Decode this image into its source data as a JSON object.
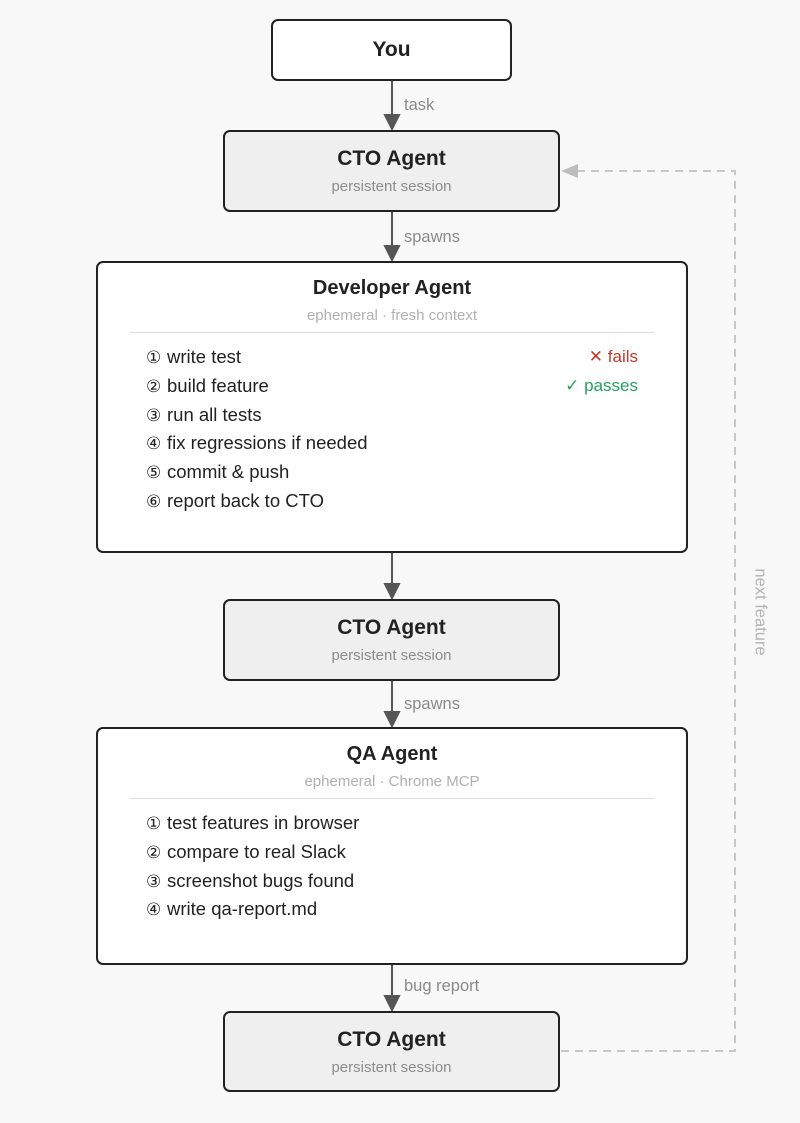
{
  "you": {
    "title": "You"
  },
  "cto_nodes": [
    {
      "title": "CTO Agent",
      "subtitle": "persistent session"
    },
    {
      "title": "CTO Agent",
      "subtitle": "persistent session"
    },
    {
      "title": "CTO Agent",
      "subtitle": "persistent session"
    }
  ],
  "developer": {
    "title": "Developer Agent",
    "subtitle": "ephemeral · fresh context",
    "steps": [
      {
        "num": "①",
        "text": "write test",
        "status": "✕ fails"
      },
      {
        "num": "②",
        "text": "build feature",
        "status": "✓ passes"
      },
      {
        "num": "③",
        "text": "run all tests"
      },
      {
        "num": "④",
        "text": "fix regressions if needed"
      },
      {
        "num": "⑤",
        "text": "commit & push"
      },
      {
        "num": "⑥",
        "text": "report back to CTO"
      }
    ]
  },
  "qa": {
    "title": "QA Agent",
    "subtitle": "ephemeral · Chrome MCP",
    "steps": [
      {
        "num": "①",
        "text": "test features in browser"
      },
      {
        "num": "②",
        "text": "compare to real Slack"
      },
      {
        "num": "③",
        "text": "screenshot bugs found"
      },
      {
        "num": "④",
        "text": "write qa-report.md"
      }
    ]
  },
  "edges": {
    "task": "task",
    "spawns_dev": "spawns",
    "spawns_qa": "spawns",
    "bug_report": "bug report",
    "loop": "next feature"
  },
  "colors": {
    "border": "#222222",
    "cto_fill": "#efefef",
    "fail": "#c0392b",
    "pass": "#27a05a",
    "loop_line": "#c8c8c8"
  }
}
